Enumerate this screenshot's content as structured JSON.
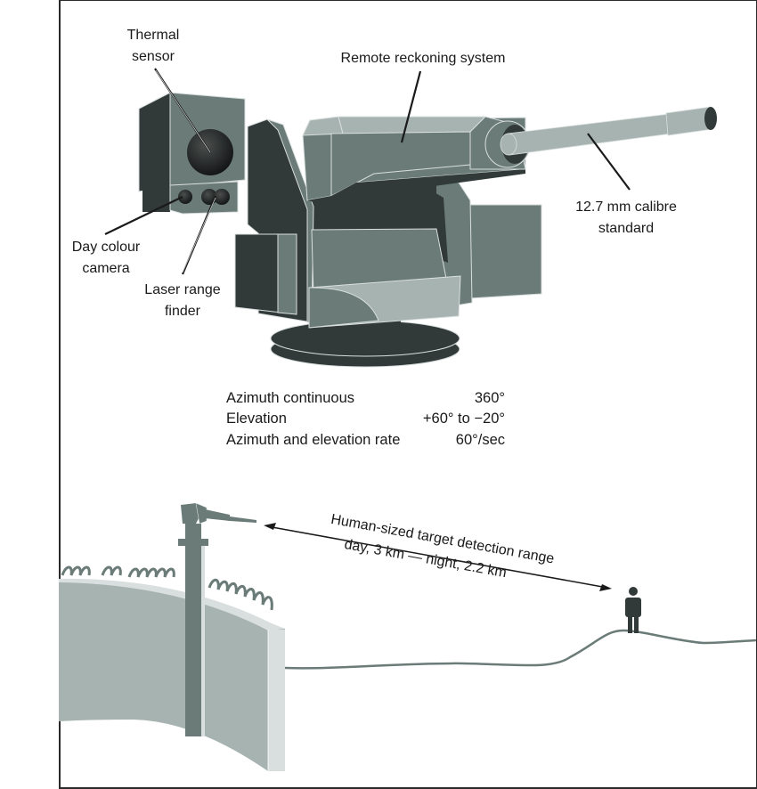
{
  "labels": {
    "thermal_sensor": [
      "Thermal",
      "sensor"
    ],
    "remote_reckoning": "Remote reckoning system",
    "calibre": [
      "12.7 mm calibre",
      "standard"
    ],
    "day_camera": [
      "Day colour",
      "camera"
    ],
    "laser_finder": [
      "Laser range",
      "finder"
    ]
  },
  "specs": [
    {
      "name": "Azimuth continuous",
      "value": "360°"
    },
    {
      "name": "Elevation",
      "value": "+60° to −20°"
    },
    {
      "name": "Azimuth and elevation rate",
      "value": "60°/sec"
    }
  ],
  "range_annotation": {
    "line1": "Human-sized target detection range",
    "line2": "day, 3 km — night, 2.2 km"
  },
  "icons": [
    "turret-icon",
    "person-icon",
    "double-arrow-icon",
    "razor-wire-icon"
  ],
  "colors": {
    "dark": "#323a39",
    "mid": "#6a7b78",
    "light": "#a6b3b0",
    "pale": "#d9dfde",
    "line": "#1a1a1a"
  }
}
